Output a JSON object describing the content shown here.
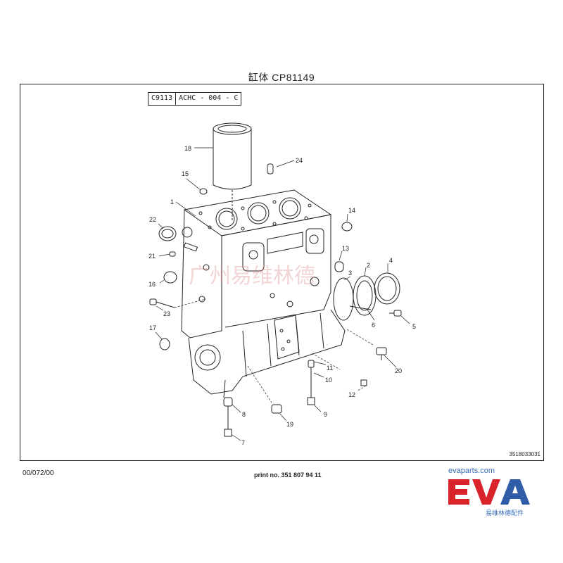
{
  "header": {
    "title": "缸体  CP81149"
  },
  "code_box": {
    "code1": "C9113",
    "code2": "ACHC - 004 - C"
  },
  "drawing_number": "3518033031",
  "footer": {
    "date": "00/072/00",
    "print_no": "print no. 351 807 94 11"
  },
  "logo": {
    "url": "evaparts.com",
    "brand": "EVA",
    "subtitle": "易维林德配件",
    "brand_red": "#d8232a",
    "brand_blue": "#2f5da8"
  },
  "watermark": "广州易维林德",
  "callouts": [
    "1",
    "2",
    "3",
    "4",
    "5",
    "6",
    "7",
    "8",
    "9",
    "10",
    "11",
    "12",
    "13",
    "14",
    "15",
    "16",
    "17",
    "18",
    "19",
    "20",
    "21",
    "22",
    "23",
    "24"
  ]
}
